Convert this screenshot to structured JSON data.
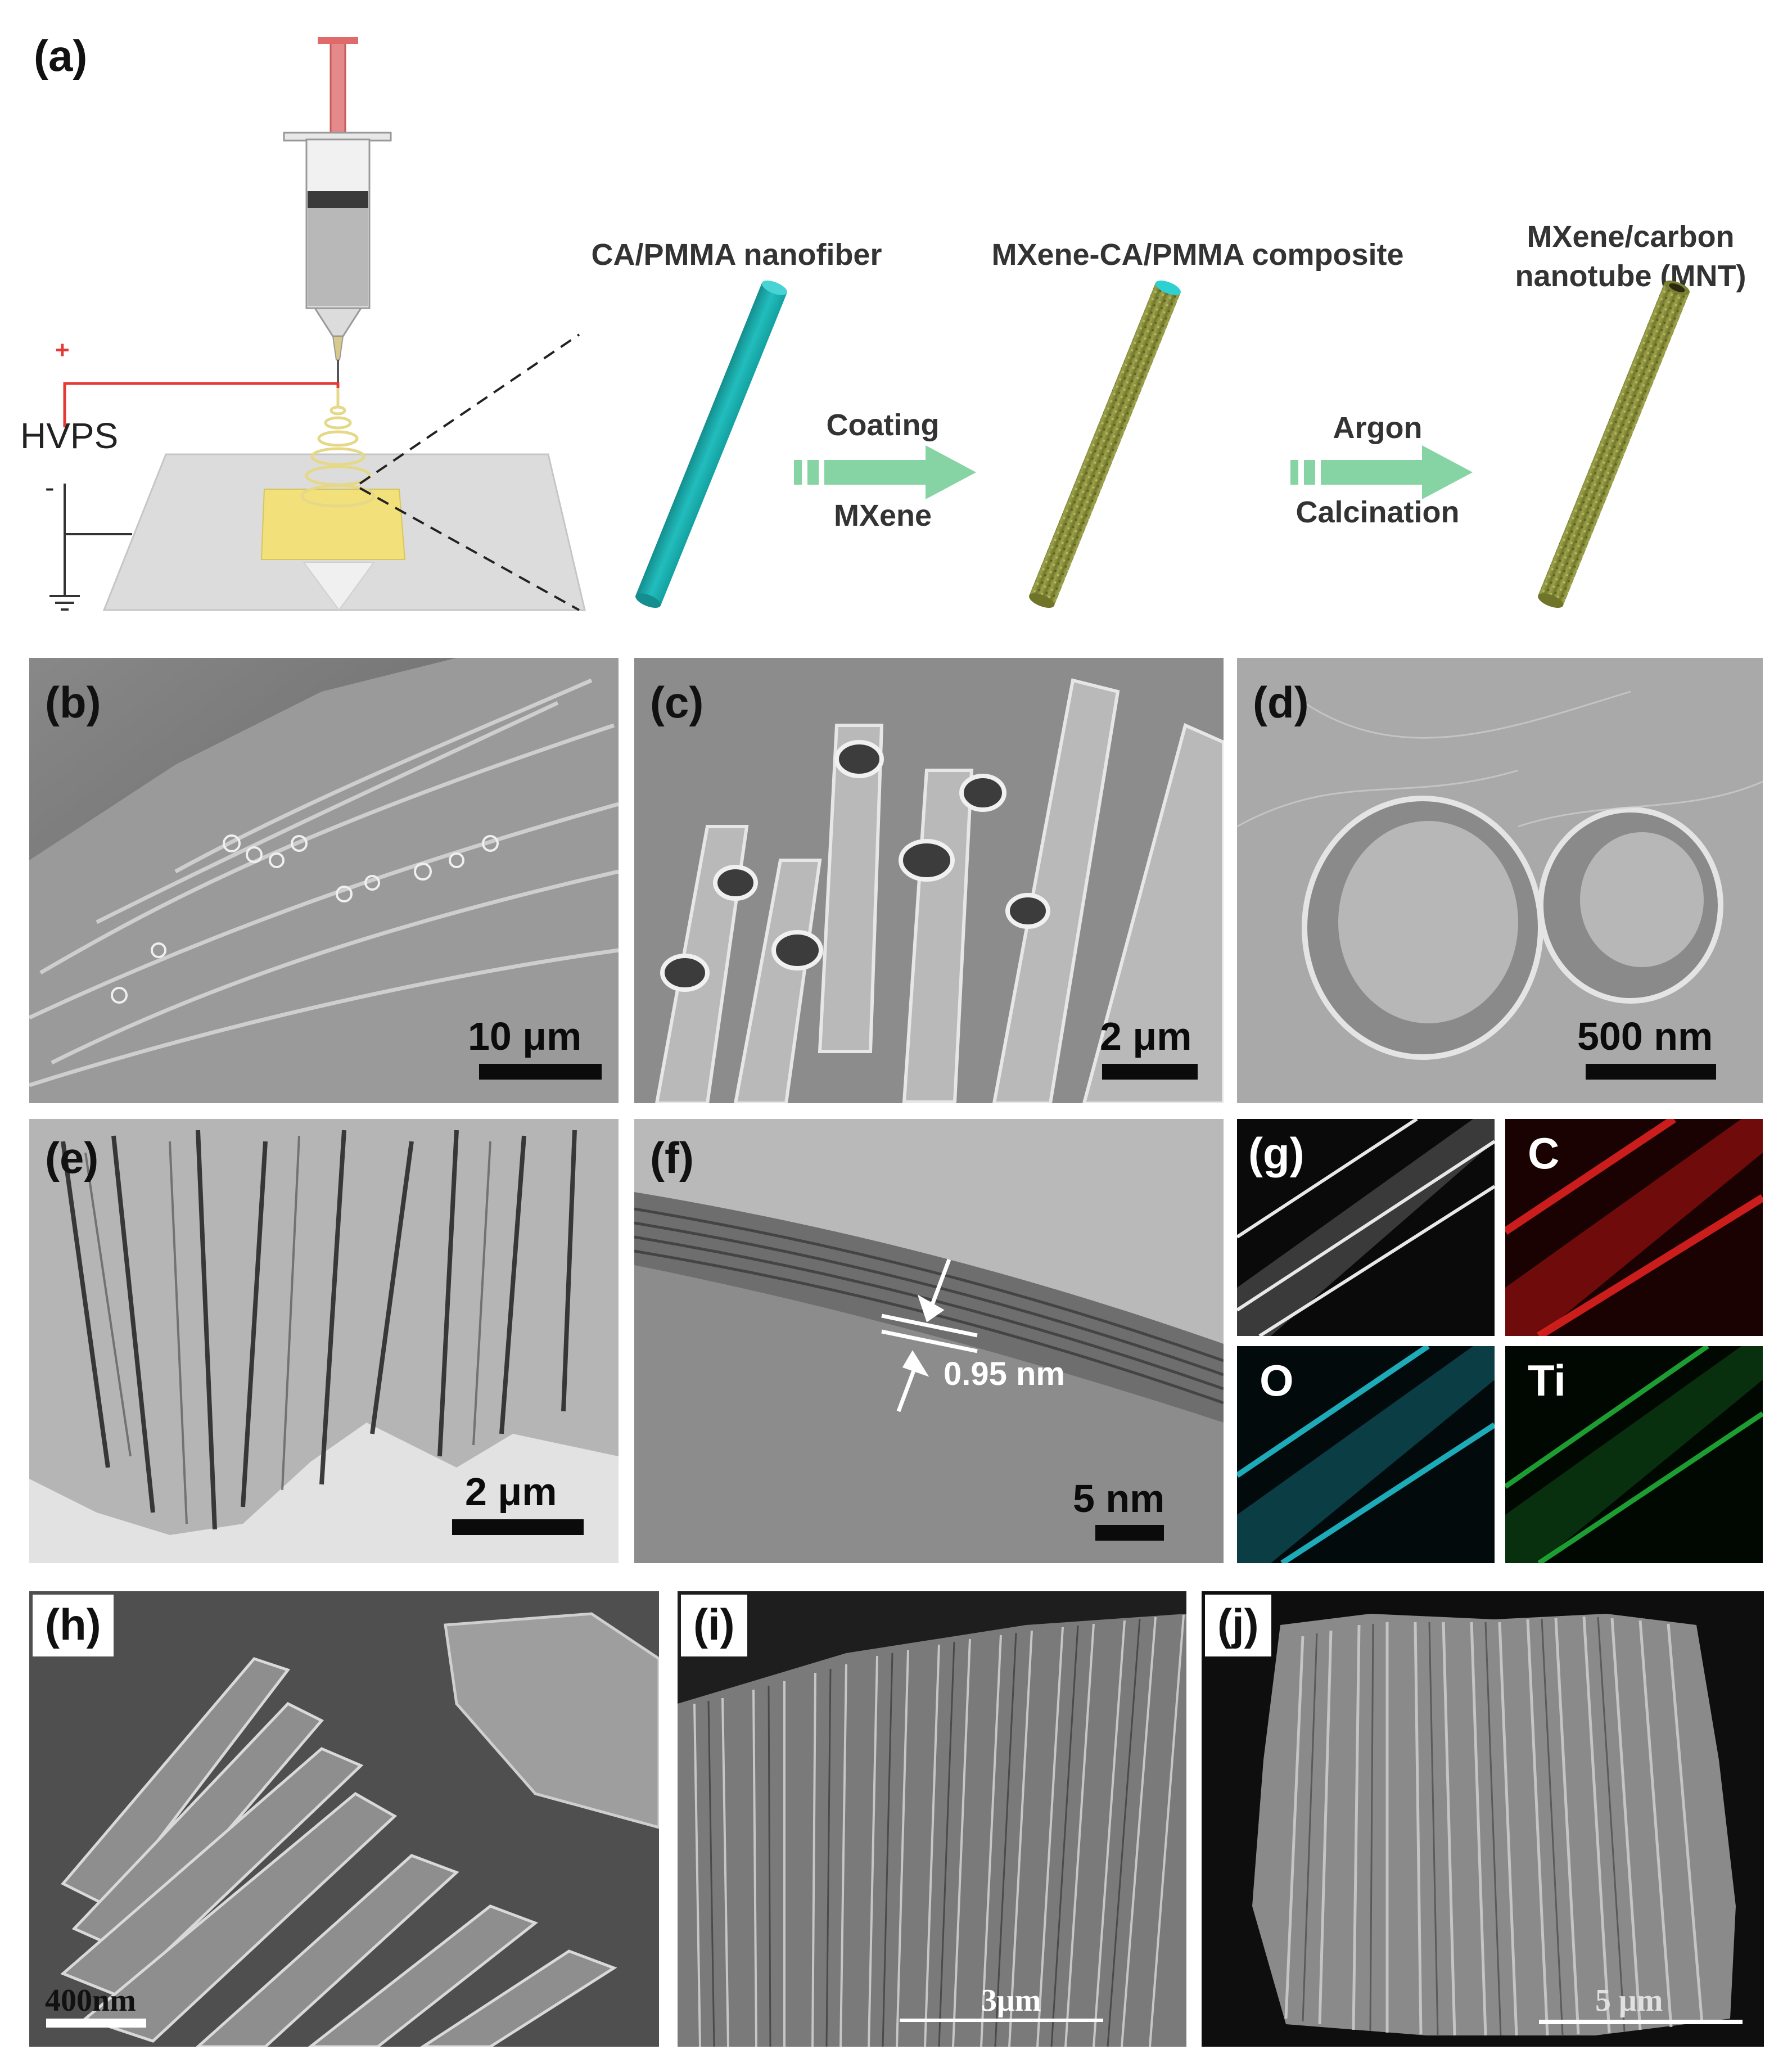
{
  "panel_a": {
    "label": "(a)",
    "power_supply": "HVPS",
    "plus_sign": "+",
    "minus_sign": "-",
    "fiber_labels": {
      "ca_pmma": "CA/PMMA nanofiber",
      "composite": "MXene-CA/PMMA composite",
      "mnt_line1": "MXene/carbon",
      "mnt_line2": "nanotube (MNT)"
    },
    "arrow1": {
      "top": "Coating",
      "bottom": "MXene"
    },
    "arrow2": {
      "top": "Argon",
      "bottom": "Calcination"
    },
    "colors": {
      "fiber_cyan": "#1fb3b3",
      "composite_olive": "#8a8f3a",
      "arrow_green": "#86d3a3",
      "wire_red": "#e53935",
      "collector_yellow": "#f2e07a"
    }
  },
  "panels": {
    "b": {
      "label": "(b)",
      "scale_bar": "10 μm"
    },
    "c": {
      "label": "(c)",
      "scale_bar": "2 μm"
    },
    "d": {
      "label": "(d)",
      "scale_bar": "500 nm"
    },
    "e": {
      "label": "(e)",
      "scale_bar": "2 μm"
    },
    "f": {
      "label": "(f)",
      "scale_bar": "5 nm",
      "annotation": "0.95 nm"
    },
    "g": {
      "label": "(g)",
      "maps": [
        "C",
        "O",
        "Ti"
      ],
      "map_colors": {
        "C": "#e02020",
        "O": "#22c8d8",
        "Ti": "#22b83a"
      }
    },
    "h": {
      "label": "(h)",
      "scale_bar": "400nm"
    },
    "i": {
      "label": "(i)",
      "scale_bar": "3μm"
    },
    "j": {
      "label": "(j)",
      "scale_bar": "5 μm"
    }
  }
}
